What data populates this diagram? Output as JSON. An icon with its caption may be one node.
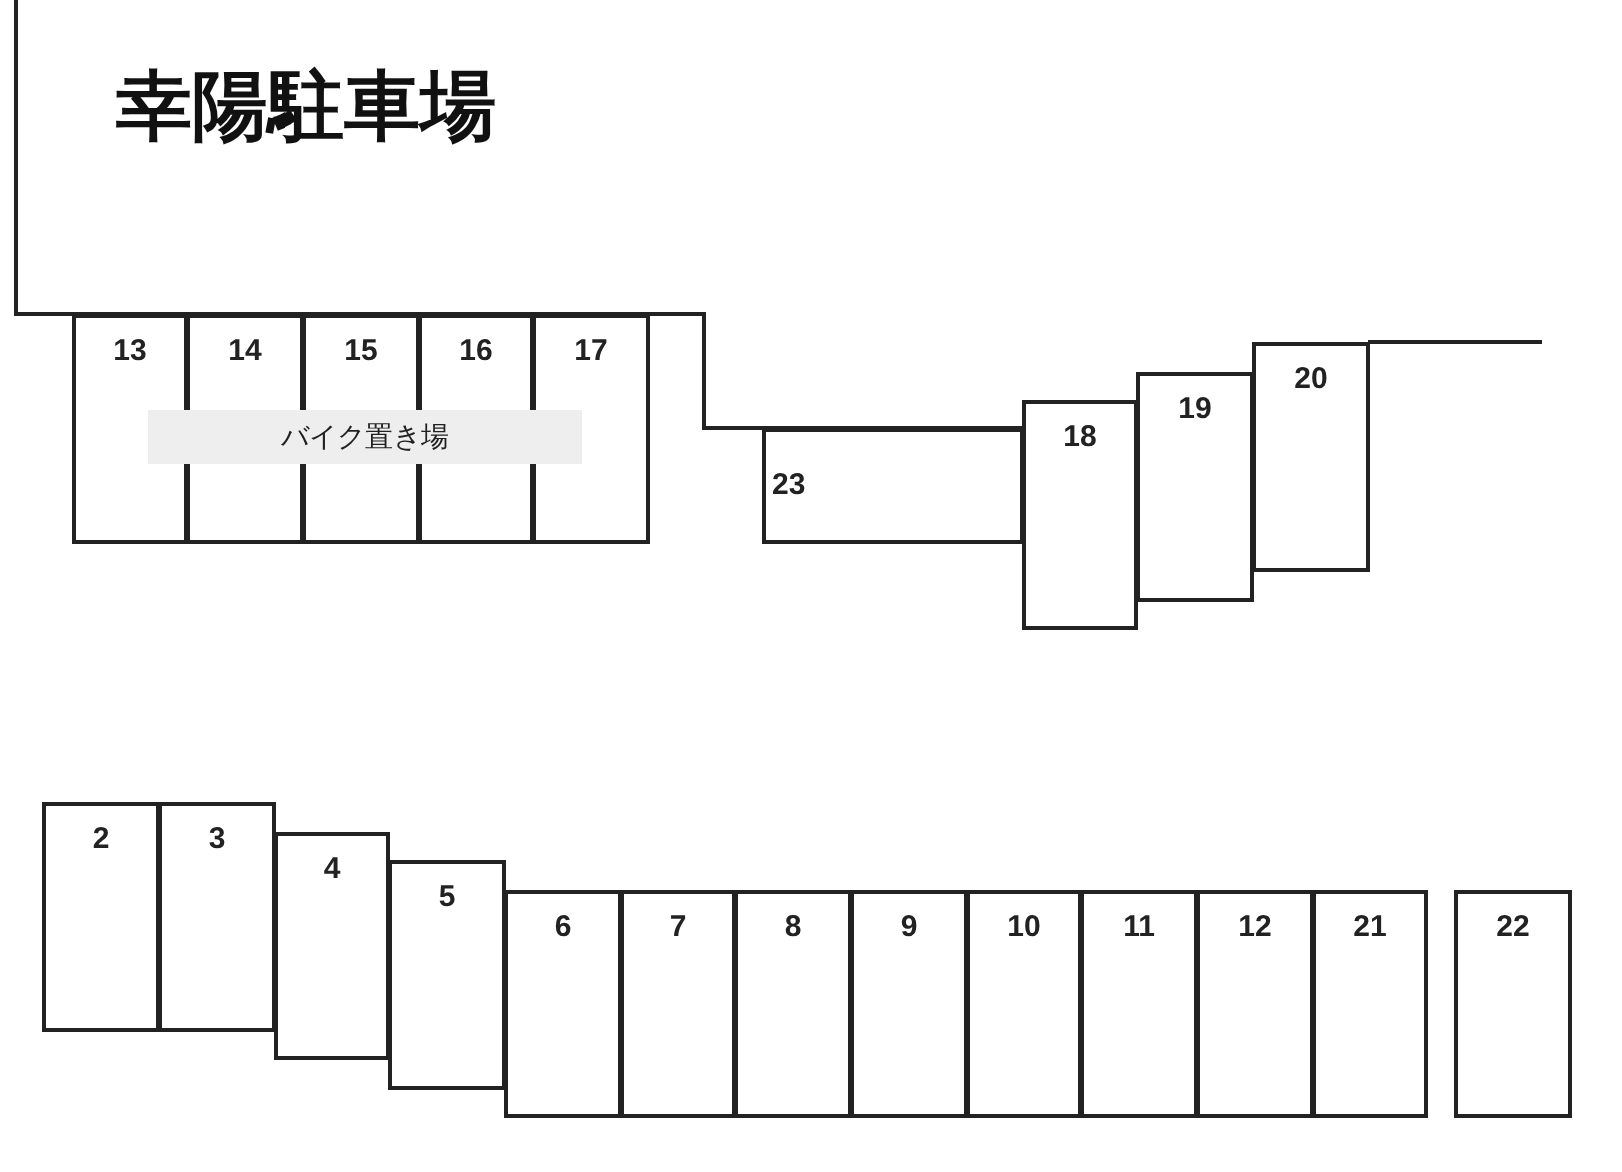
{
  "diagram": {
    "title": "幸陽駐車場",
    "nodes": [
      {
        "text": [
          "13"
        ]
      },
      {
        "text": [
          "14"
        ]
      },
      {
        "text": [
          "15"
        ]
      },
      {
        "text": [
          "16"
        ]
      },
      {
        "text": [
          "17"
        ]
      },
      {
        "text": [
          "バイク置き場"
        ]
      },
      {
        "text": [
          "23"
        ]
      },
      {
        "text": [
          "18"
        ]
      },
      {
        "text": [
          "19"
        ]
      },
      {
        "text": [
          "20"
        ]
      },
      {
        "text": [
          "2"
        ]
      },
      {
        "text": [
          "3"
        ]
      },
      {
        "text": [
          "4"
        ]
      },
      {
        "text": [
          "5"
        ]
      },
      {
        "text": [
          "6"
        ]
      },
      {
        "text": [
          "7"
        ]
      },
      {
        "text": [
          "8"
        ]
      },
      {
        "text": [
          "9"
        ]
      },
      {
        "text": [
          "10"
        ]
      },
      {
        "text": [
          "11"
        ]
      },
      {
        "text": [
          "12"
        ]
      },
      {
        "text": [
          "21"
        ]
      },
      {
        "text": [
          "22"
        ]
      }
    ]
  }
}
